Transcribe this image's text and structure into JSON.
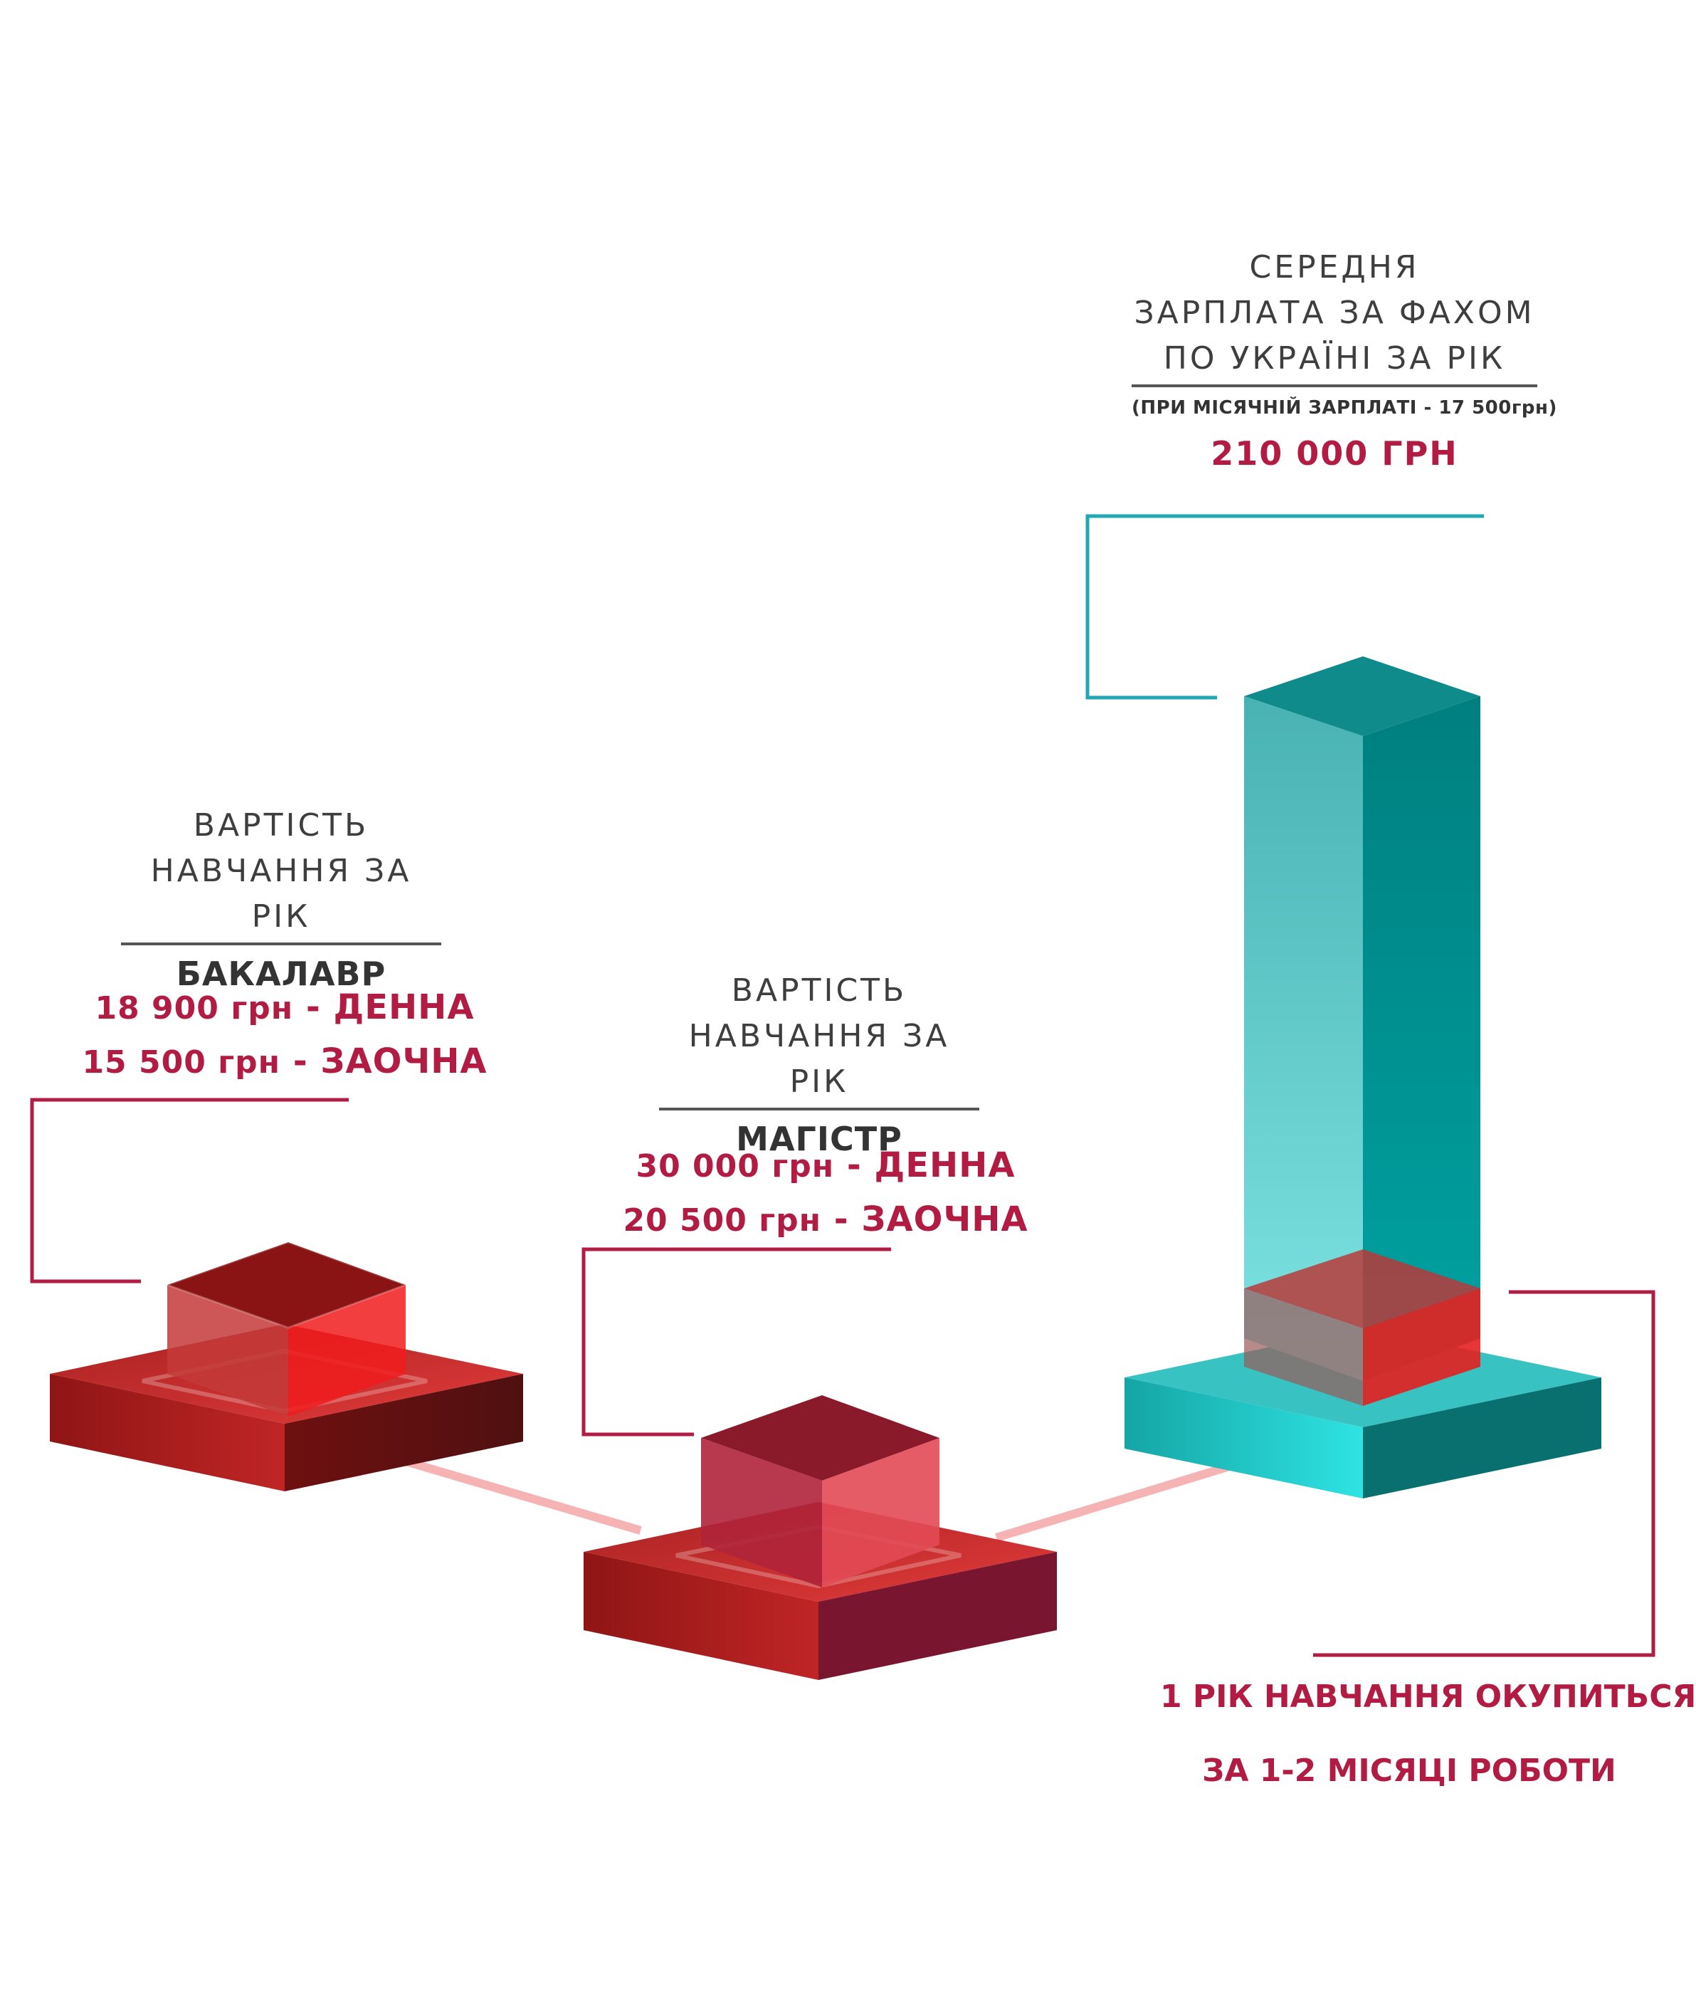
{
  "salary": {
    "title_line1": "СЕРЕДНЯ",
    "title_line2": "ЗАРПЛАТА ЗА ФАХОМ",
    "title_line3": "ПО УКРАЇНІ ЗА РІК",
    "note": "(ПРИ МІСЯЧНІЙ ЗАРПЛАТІ - 17 500грн)",
    "amount": "210 000 ГРН"
  },
  "bachelor": {
    "caption_line1": "ВАРТІСТЬ",
    "caption_line2": "НАВЧАННЯ ЗА РІК",
    "degree": "БАКАЛАВР",
    "day_price": "18 900 грн",
    "day_label": "- ДЕННА",
    "part_price": "15 500 грн",
    "part_label": "- ЗАОЧНА"
  },
  "master": {
    "caption_line1": "ВАРТІСТЬ",
    "caption_line2": "НАВЧАННЯ ЗА РІК",
    "degree": "МАГІСТР",
    "day_price": "30 000 грн",
    "day_label": "- ДЕННА",
    "part_price": "20 500 грн",
    "part_label": "- ЗАОЧНА"
  },
  "payback": {
    "line1": "1 РІК НАВЧАННЯ ОКУПИТЬСЯ",
    "line2": "ЗА 1-2 МІСЯЦІ РОБОТИ"
  },
  "colors": {
    "accent_red": "#b21c43",
    "teal": "#1aa6a6",
    "cube_red": "#d42a2a",
    "text_dark": "#333333"
  }
}
